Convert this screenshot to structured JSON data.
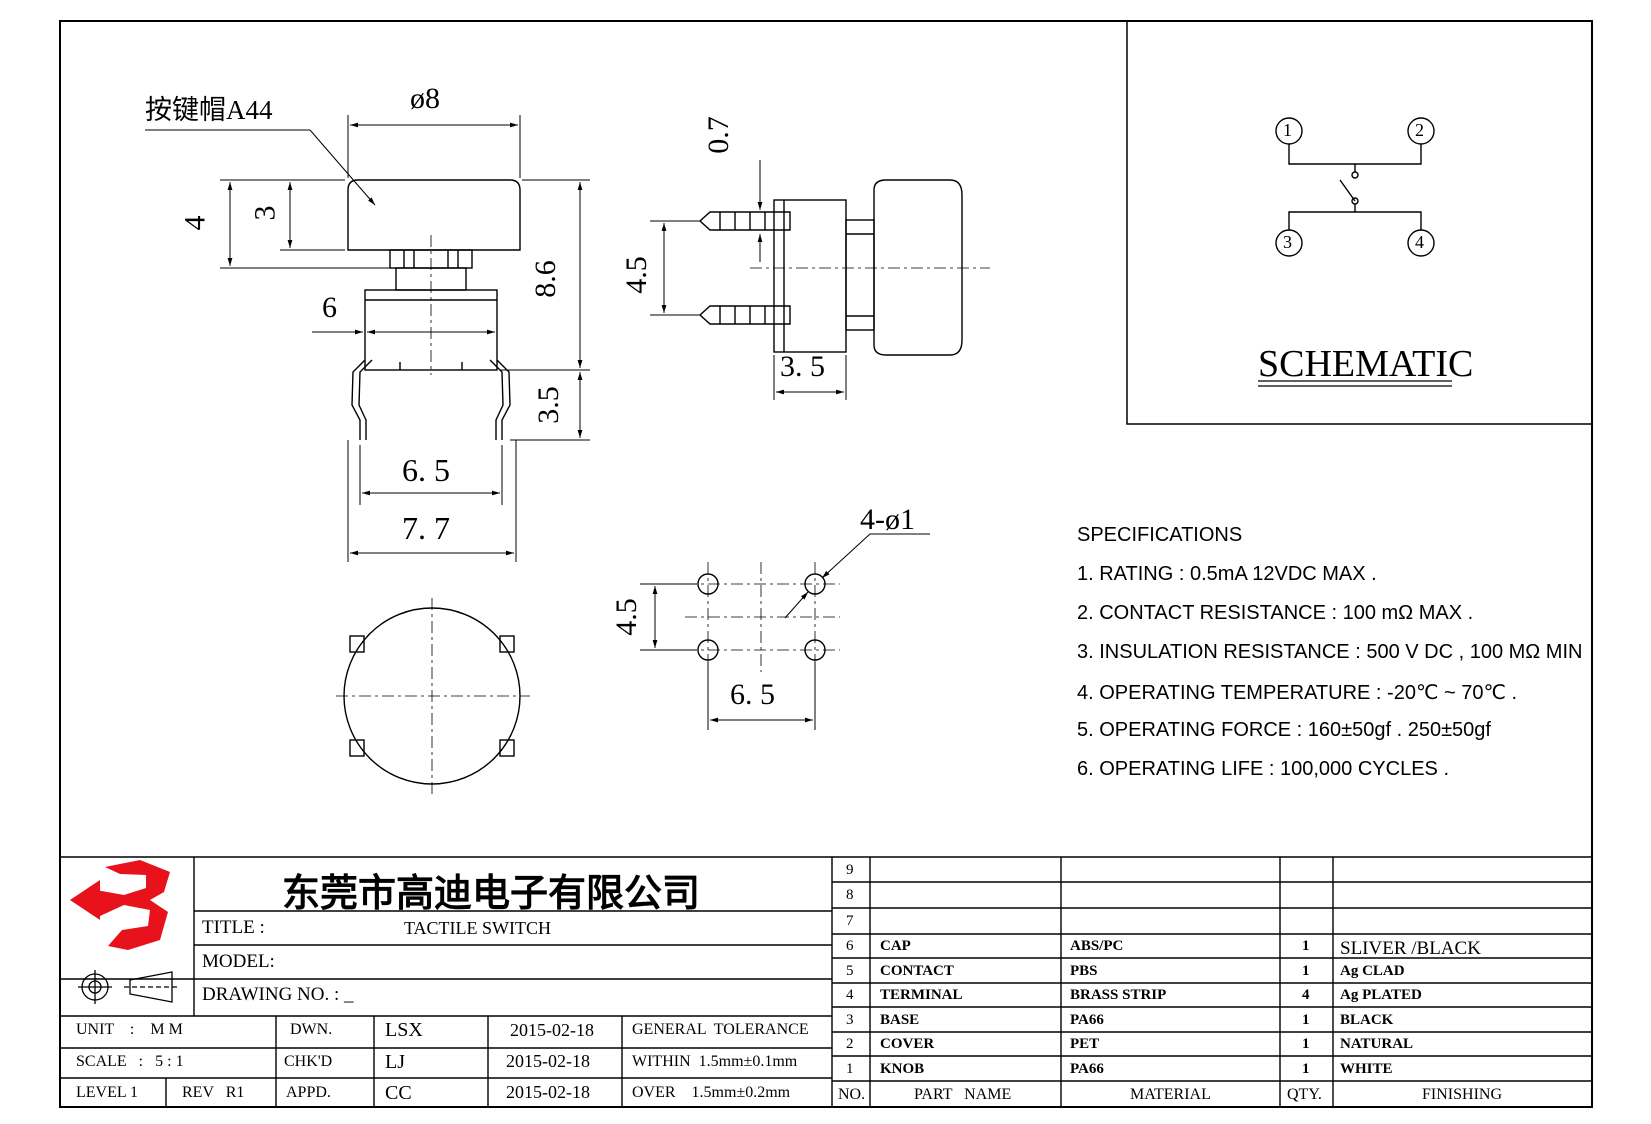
{
  "views": {
    "cap_label": "按键帽A44",
    "dim_diameter": "ø8",
    "dim_4": "4",
    "dim_3": "3",
    "dim_8_6": "8.6",
    "dim_6": "6",
    "dim_3_5_side": "3.5",
    "dim_6_5": "6. 5",
    "dim_7_7": "7. 7",
    "dim_0_7": "0.7",
    "dim_4_5_side": "4.5",
    "dim_3_5_bottom": "3. 5",
    "dim_hole": "4-ø1",
    "dim_4_5_pcb": "4.5",
    "dim_6_5_pcb": "6. 5"
  },
  "schematic": {
    "pins": [
      "1",
      "2",
      "3",
      "4"
    ],
    "title": "SCHEMATIC"
  },
  "specifications": {
    "heading": "SPECIFICATIONS",
    "items": [
      "1. RATING : 0.5mA 12VDC MAX .",
      "2. CONTACT RESISTANCE : 100 mΩ MAX .",
      "3. INSULATION RESISTANCE : 500 V DC , 100 MΩ MIN",
      "4. OPERATING TEMPERATURE : -20℃ ~ 70℃ .",
      "5. OPERATING FORCE : 160±50gf . 250±50gf",
      "6. OPERATING LIFE : 100,000 CYCLES ."
    ]
  },
  "title_block": {
    "company": "东莞市高迪电子有限公司",
    "title_label": "TITLE :",
    "title_value": "TACTILE SWITCH",
    "model_label": "MODEL:",
    "drawing_no_label": "DRAWING NO. : _",
    "unit": "UNIT    :    M M",
    "scale": "SCALE   :   5 : 1",
    "level": "LEVEL 1",
    "rev": "REV   R1",
    "dwn_label": "DWN.",
    "chkd_label": "CHK'D",
    "appd_label": "APPD.",
    "dwn_name": "LSX",
    "chkd_name": "LJ",
    "appd_name": "CC",
    "dwn_date": "2015-02-18",
    "chkd_date": "2015-02-18",
    "appd_date": "2015-02-18",
    "tol_title": "GENERAL  TOLERANCE",
    "tol_within": "WITHIN  1.5mm±0.1mm",
    "tol_over": "OVER    1.5mm±0.2mm"
  },
  "parts_table": {
    "headers": {
      "no": "NO.",
      "part_name": "PART   NAME",
      "material": "MATERIAL",
      "qty": "QTY.",
      "finishing": "FINISHING"
    },
    "rows": [
      {
        "no": "9",
        "part": "",
        "material": "",
        "qty": "",
        "finish": ""
      },
      {
        "no": "8",
        "part": "",
        "material": "",
        "qty": "",
        "finish": ""
      },
      {
        "no": "7",
        "part": "",
        "material": "",
        "qty": "",
        "finish": ""
      },
      {
        "no": "6",
        "part": "CAP",
        "material": "ABS/PC",
        "qty": "1",
        "finish": "SLIVER /BLACK"
      },
      {
        "no": "5",
        "part": "CONTACT",
        "material": "PBS",
        "qty": "1",
        "finish": "Ag CLAD"
      },
      {
        "no": "4",
        "part": "TERMINAL",
        "material": "BRASS STRIP",
        "qty": "4",
        "finish": "Ag PLATED"
      },
      {
        "no": "3",
        "part": "BASE",
        "material": "PA66",
        "qty": "1",
        "finish": "BLACK"
      },
      {
        "no": "2",
        "part": "COVER",
        "material": "PET",
        "qty": "1",
        "finish": "NATURAL"
      },
      {
        "no": "1",
        "part": "KNOB",
        "material": "PA66",
        "qty": "1",
        "finish": "WHITE"
      }
    ]
  },
  "colors": {
    "logo_red": "#e8121c",
    "line": "#000000"
  }
}
